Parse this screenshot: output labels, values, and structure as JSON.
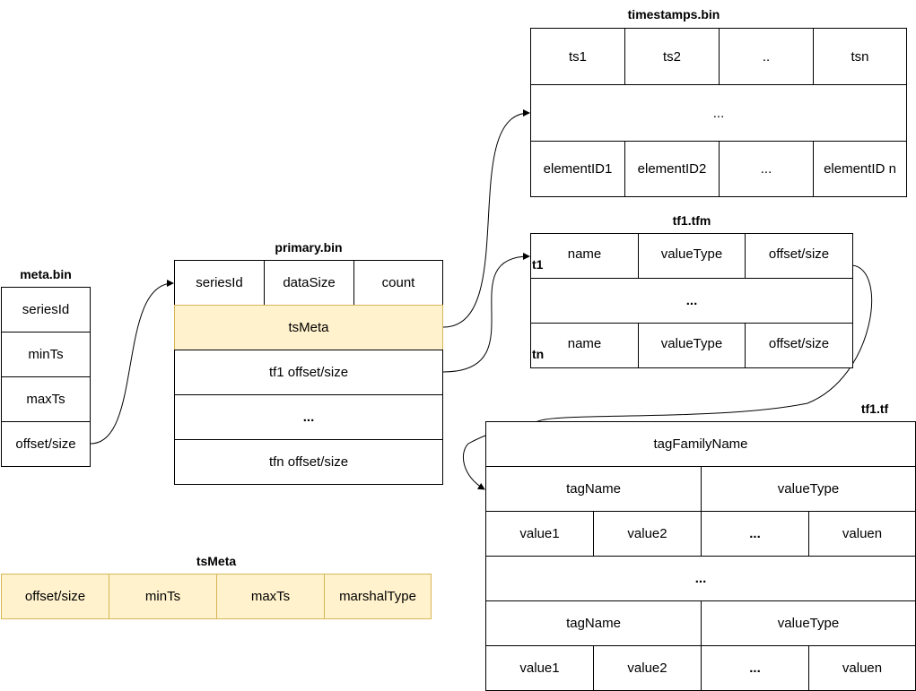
{
  "meta_bin": {
    "title": "meta.bin",
    "rows": [
      "seriesId",
      "minTs",
      "maxTs",
      "offset/size"
    ]
  },
  "primary_bin": {
    "title": "primary.bin",
    "header": [
      "seriesId",
      "dataSize",
      "count"
    ],
    "ts_meta": "tsMeta",
    "tf1": "tf1 offset/size",
    "ellipsis": "...",
    "tfn": "tfn offset/size",
    "highlight_color": "#fff2cc"
  },
  "timestamps_bin": {
    "title": "timestamps.bin",
    "ts_row": [
      "ts1",
      "ts2",
      "..",
      "tsn"
    ],
    "middle": "...",
    "element_row": [
      "elementID1",
      "elementID2",
      "...",
      "elementID n"
    ]
  },
  "tf1_tfm": {
    "title": "tf1.tfm",
    "first_marker": "t1",
    "first_row": [
      "name",
      "valueType",
      "offset/size"
    ],
    "middle": "...",
    "last_marker": "tn",
    "last_row": [
      "name",
      "valueType",
      "offset/size"
    ]
  },
  "tf1_tf": {
    "title": "tf1.tf",
    "family_name": "tagFamilyName",
    "block1": {
      "tag_name": "tagName",
      "value_type": "valueType",
      "values": [
        "value1",
        "value2",
        "...",
        "valuen"
      ]
    },
    "middle": "...",
    "block2": {
      "tag_name": "tagName",
      "value_type": "valueType",
      "values": [
        "value1",
        "value2",
        "...",
        "valuen"
      ]
    }
  },
  "ts_meta": {
    "title": "tsMeta",
    "cells": [
      "offset/size",
      "minTs",
      "maxTs",
      "marshalType"
    ],
    "highlight_color": "#fff2cc"
  }
}
